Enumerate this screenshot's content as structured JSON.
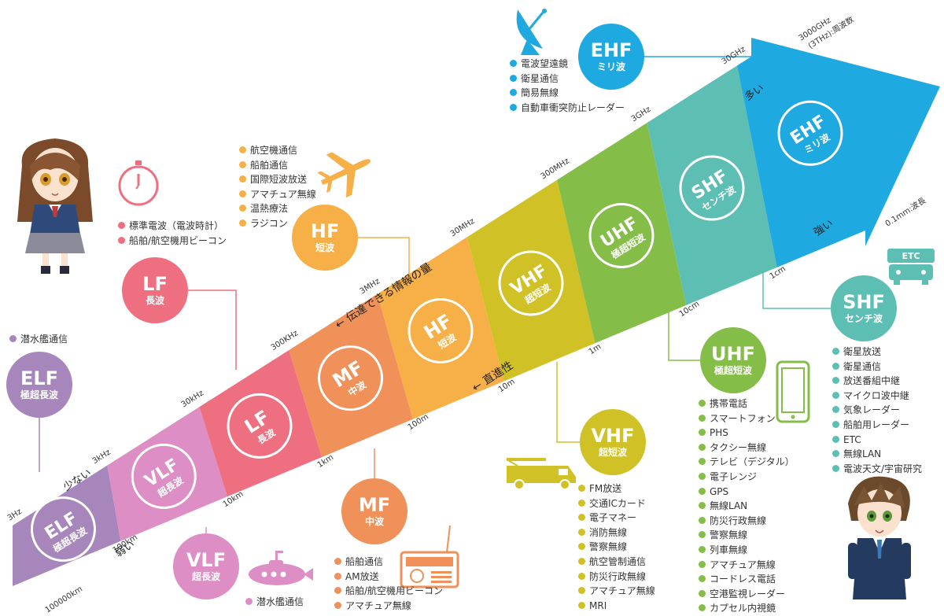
{
  "bands": [
    {
      "id": "elf",
      "abbr": "ELF",
      "name": "極超長波",
      "color": "#a786bc",
      "freq": "3Hz",
      "wavelength": "100000km"
    },
    {
      "id": "vlf",
      "abbr": "VLF",
      "name": "超長波",
      "color": "#dd8ec4",
      "freq": "3kHz",
      "wavelength": "100km"
    },
    {
      "id": "lf",
      "abbr": "LF",
      "name": "長波",
      "color": "#ee7080",
      "freq": "30kHz",
      "wavelength": "10km"
    },
    {
      "id": "mf",
      "abbr": "MF",
      "name": "中波",
      "color": "#f0915a",
      "freq": "300KHz",
      "wavelength": "1km"
    },
    {
      "id": "hf",
      "abbr": "HF",
      "name": "短波",
      "color": "#f6b047",
      "freq": "3MHz",
      "wavelength": "100m"
    },
    {
      "id": "vhf",
      "abbr": "VHF",
      "name": "超短波",
      "color": "#d0c126",
      "freq": "30MHz",
      "wavelength": "10m"
    },
    {
      "id": "uhf",
      "abbr": "UHF",
      "name": "極超短波",
      "color": "#85bd49",
      "freq": "300MHz",
      "wavelength": "1m"
    },
    {
      "id": "shf",
      "abbr": "SHF",
      "name": "センチ波",
      "color": "#5dbfb4",
      "freq": "3GHz",
      "wavelength": "10cm"
    },
    {
      "id": "ehf",
      "abbr": "EHF",
      "name": "ミリ波",
      "color": "#1fa9e1",
      "freq": "30GHz",
      "wavelength": "1cm"
    }
  ],
  "end_labels": {
    "freq_top": "3000GHz",
    "freq_bottom": "(3THz):周波数",
    "wavelength": "0.1mm:波長"
  },
  "arrow_text": {
    "info_amount": "← 伝達できる情報の量",
    "directivity": "← 直進性",
    "few": "少ない",
    "weak": "弱い",
    "many": "多い",
    "strong": "強い"
  },
  "callouts": {
    "elf": {
      "abbr": "ELF",
      "name": "極超長波",
      "items": [
        "潜水艦通信"
      ]
    },
    "lf": {
      "abbr": "LF",
      "name": "長波",
      "items": [
        "標準電波（電波時計）",
        "船舶/航空機用ビーコン"
      ]
    },
    "hf": {
      "abbr": "HF",
      "name": "短波",
      "items": [
        "航空機通信",
        "船舶通信",
        "国際短波放送",
        "アマチュア無線",
        "温熱療法",
        "ラジコン"
      ]
    },
    "ehf": {
      "abbr": "EHF",
      "name": "ミリ波",
      "items": [
        "電波望遠鏡",
        "衛星通信",
        "簡易無線",
        "自動車衝突防止レーダー"
      ]
    },
    "vlf": {
      "abbr": "VLF",
      "name": "超長波",
      "items": [
        "潜水艦通信"
      ]
    },
    "mf": {
      "abbr": "MF",
      "name": "中波",
      "items": [
        "船舶通信",
        "AM放送",
        "船舶/航空機用ビーコン",
        "アマチュア無線"
      ]
    },
    "vhf": {
      "abbr": "VHF",
      "name": "超短波",
      "items": [
        "FM放送",
        "交通ICカード",
        "電子マネー",
        "消防無線",
        "警察無線",
        "航空管制通信",
        "防災行政無線",
        "アマチュア無線",
        "MRI"
      ]
    },
    "uhf": {
      "abbr": "UHF",
      "name": "極超短波",
      "items": [
        "携帯電話",
        "スマートフォン",
        "PHS",
        "タクシー無線",
        "テレビ（デジタル）",
        "電子レンジ",
        "GPS",
        "無線LAN",
        "防災行政無線",
        "警察無線",
        "列車無線",
        "アマチュア無線",
        "コードレス電話",
        "空港監視レーダー",
        "カプセル内視鏡"
      ]
    },
    "shf": {
      "abbr": "SHF",
      "name": "センチ波",
      "items": [
        "衛星放送",
        "衛星通信",
        "放送番組中継",
        "マイクロ波中継",
        "気象レーダー",
        "船舶用レーダー",
        "ETC",
        "無線LAN",
        "電波天文/宇宙研究"
      ]
    }
  },
  "icons": {
    "etc_sign": "ETC",
    "clock": "clock-icon",
    "airplane": "airplane-icon",
    "satellite": "satellite-dish-icon",
    "submarine": "submarine-icon",
    "radio": "radio-icon",
    "firetruck": "fire-truck-icon",
    "smartphone": "smartphone-icon",
    "car": "car-icon"
  }
}
